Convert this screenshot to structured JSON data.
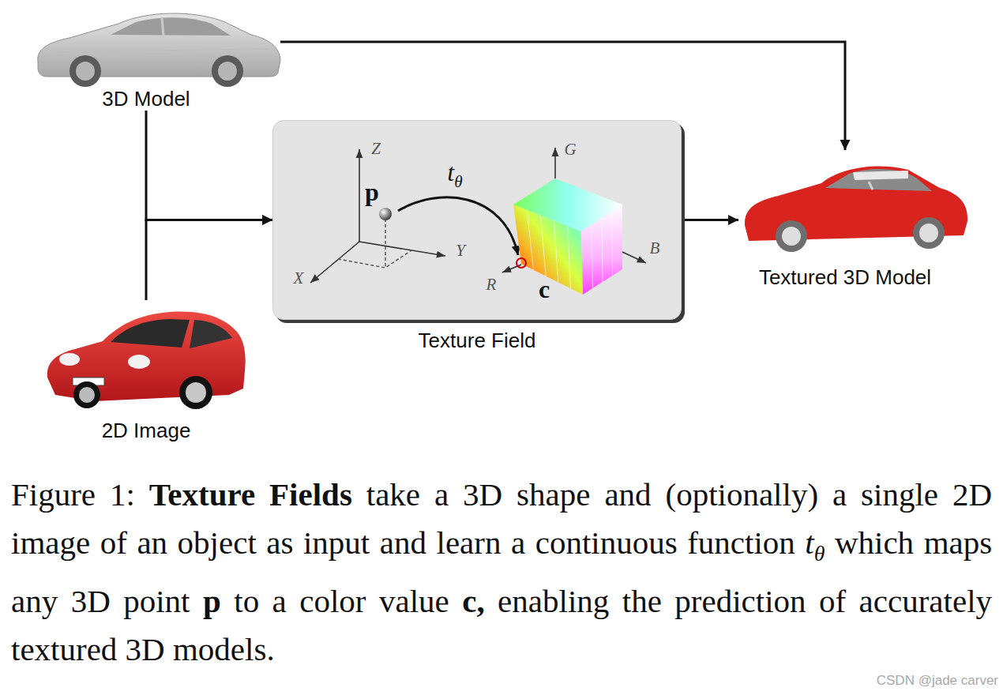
{
  "diagram": {
    "caption": "Figure 1: Texture Fields take a 3D shape and (optionally) a single 2D image of an object as input and learn a continuous function tθ which maps any 3D point p to a color value c, enabling the prediction of accurately textured 3D models.",
    "nodes": [
      {
        "text": [
          "3D Model"
        ]
      },
      {
        "text": [
          "Texture Field"
        ]
      },
      {
        "text": [
          "Textured 3D Model"
        ]
      },
      {
        "text": [
          "2D Image"
        ]
      }
    ],
    "edges": [
      {
        "from": 0,
        "to": 1,
        "arrow": "to"
      },
      {
        "from": 3,
        "to": 1,
        "arrow": "to"
      },
      {
        "from": 1,
        "to": 2,
        "arrow": "to"
      },
      {
        "from": 0,
        "to": 2,
        "arrow": "to"
      }
    ],
    "labels": [
      "Z",
      "Y",
      "X",
      "p",
      "tθ",
      "G",
      "B",
      "R",
      "c",
      "CSDN @jade carver"
    ]
  }
}
